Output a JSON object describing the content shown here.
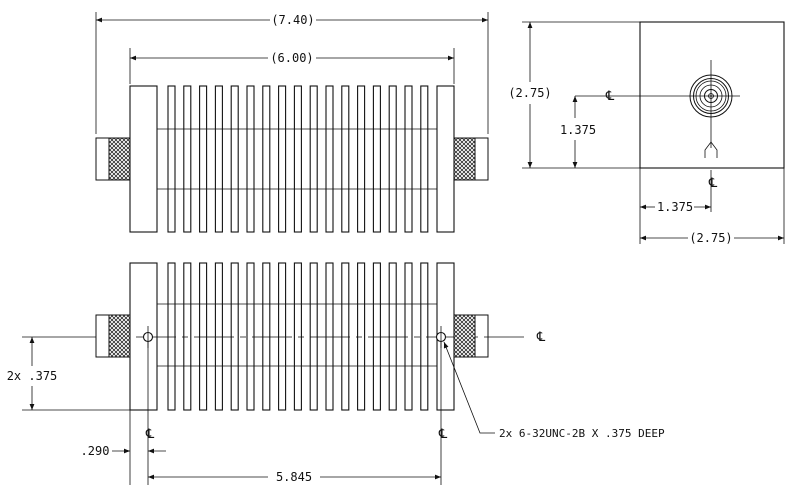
{
  "dimensions": {
    "overall_length": "(7.40)",
    "body_length": "(6.00)",
    "end_height": "(2.75)",
    "center_height": "1.375",
    "center_offset": "1.375",
    "end_width": "(2.75)",
    "hole_spacing_vertical": "2x .375",
    "hole_offset": ".290",
    "hole_spacing": "5.845"
  },
  "callouts": {
    "mount_holes": "2x 6-32UNC-2B X .375 DEEP"
  },
  "centerline_symbol": "℄",
  "colors": {
    "line": "#111111",
    "background": "#ffffff"
  }
}
